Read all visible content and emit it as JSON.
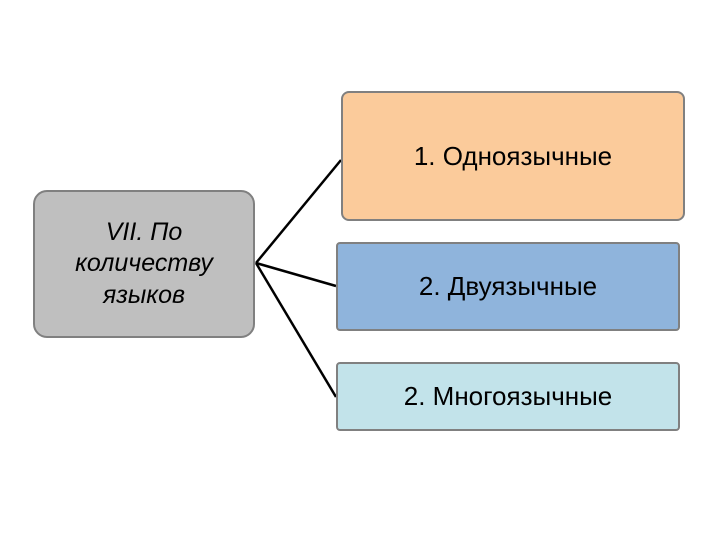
{
  "diagram": {
    "title_text": "VII. По количеству языков",
    "root": {
      "label": "VII. По\nколичеству\nязыков",
      "fill": "#bfbfbf",
      "stroke": "#808080"
    },
    "branches": [
      {
        "label": "1. Одноязычные",
        "fill": "#fbcb9b",
        "stroke": "#808080"
      },
      {
        "label": "2. Двуязычные",
        "fill": "#8fb4dc",
        "stroke": "#808080"
      },
      {
        "label": "2. Многоязычные",
        "fill": "#c2e3ea",
        "stroke": "#808080"
      }
    ],
    "connectors": {
      "color": "#000000",
      "width": 2
    },
    "background": "#ffffff"
  }
}
